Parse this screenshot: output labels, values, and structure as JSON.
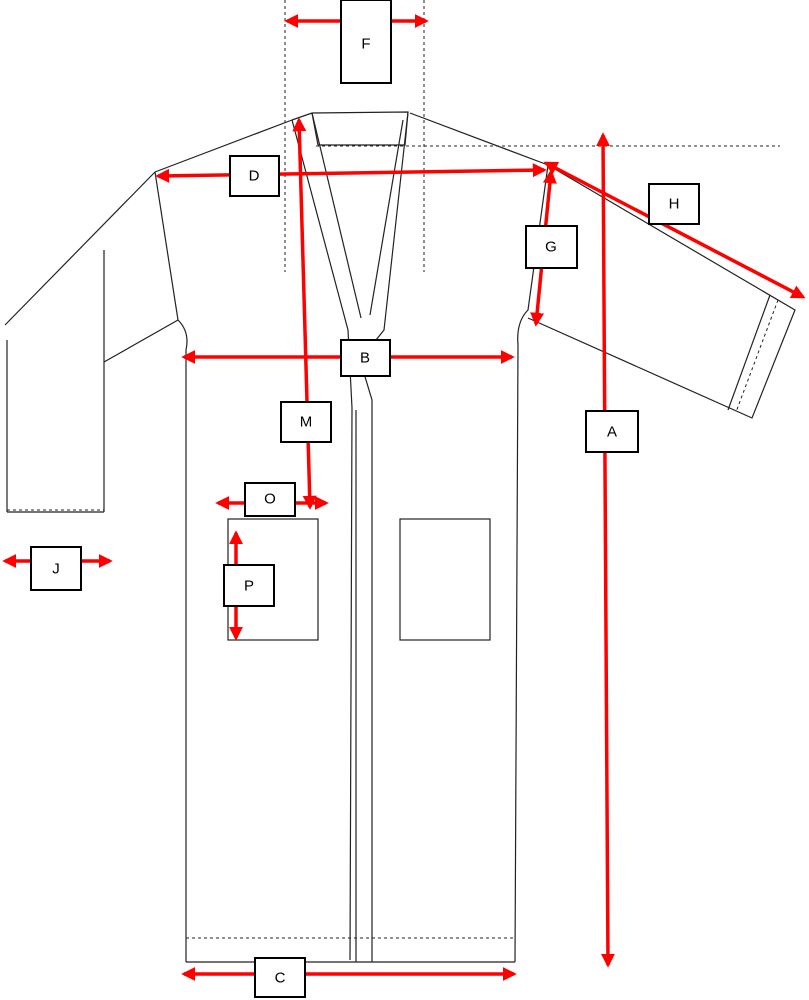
{
  "diagram": {
    "arrow_color": "#ff0000",
    "outline_color": "#222222",
    "labels": {
      "A": "A",
      "B": "B",
      "C": "C",
      "D": "D",
      "F": "F",
      "G": "G",
      "H": "H",
      "J": "J",
      "M": "M",
      "O": "O",
      "P": "P"
    }
  }
}
